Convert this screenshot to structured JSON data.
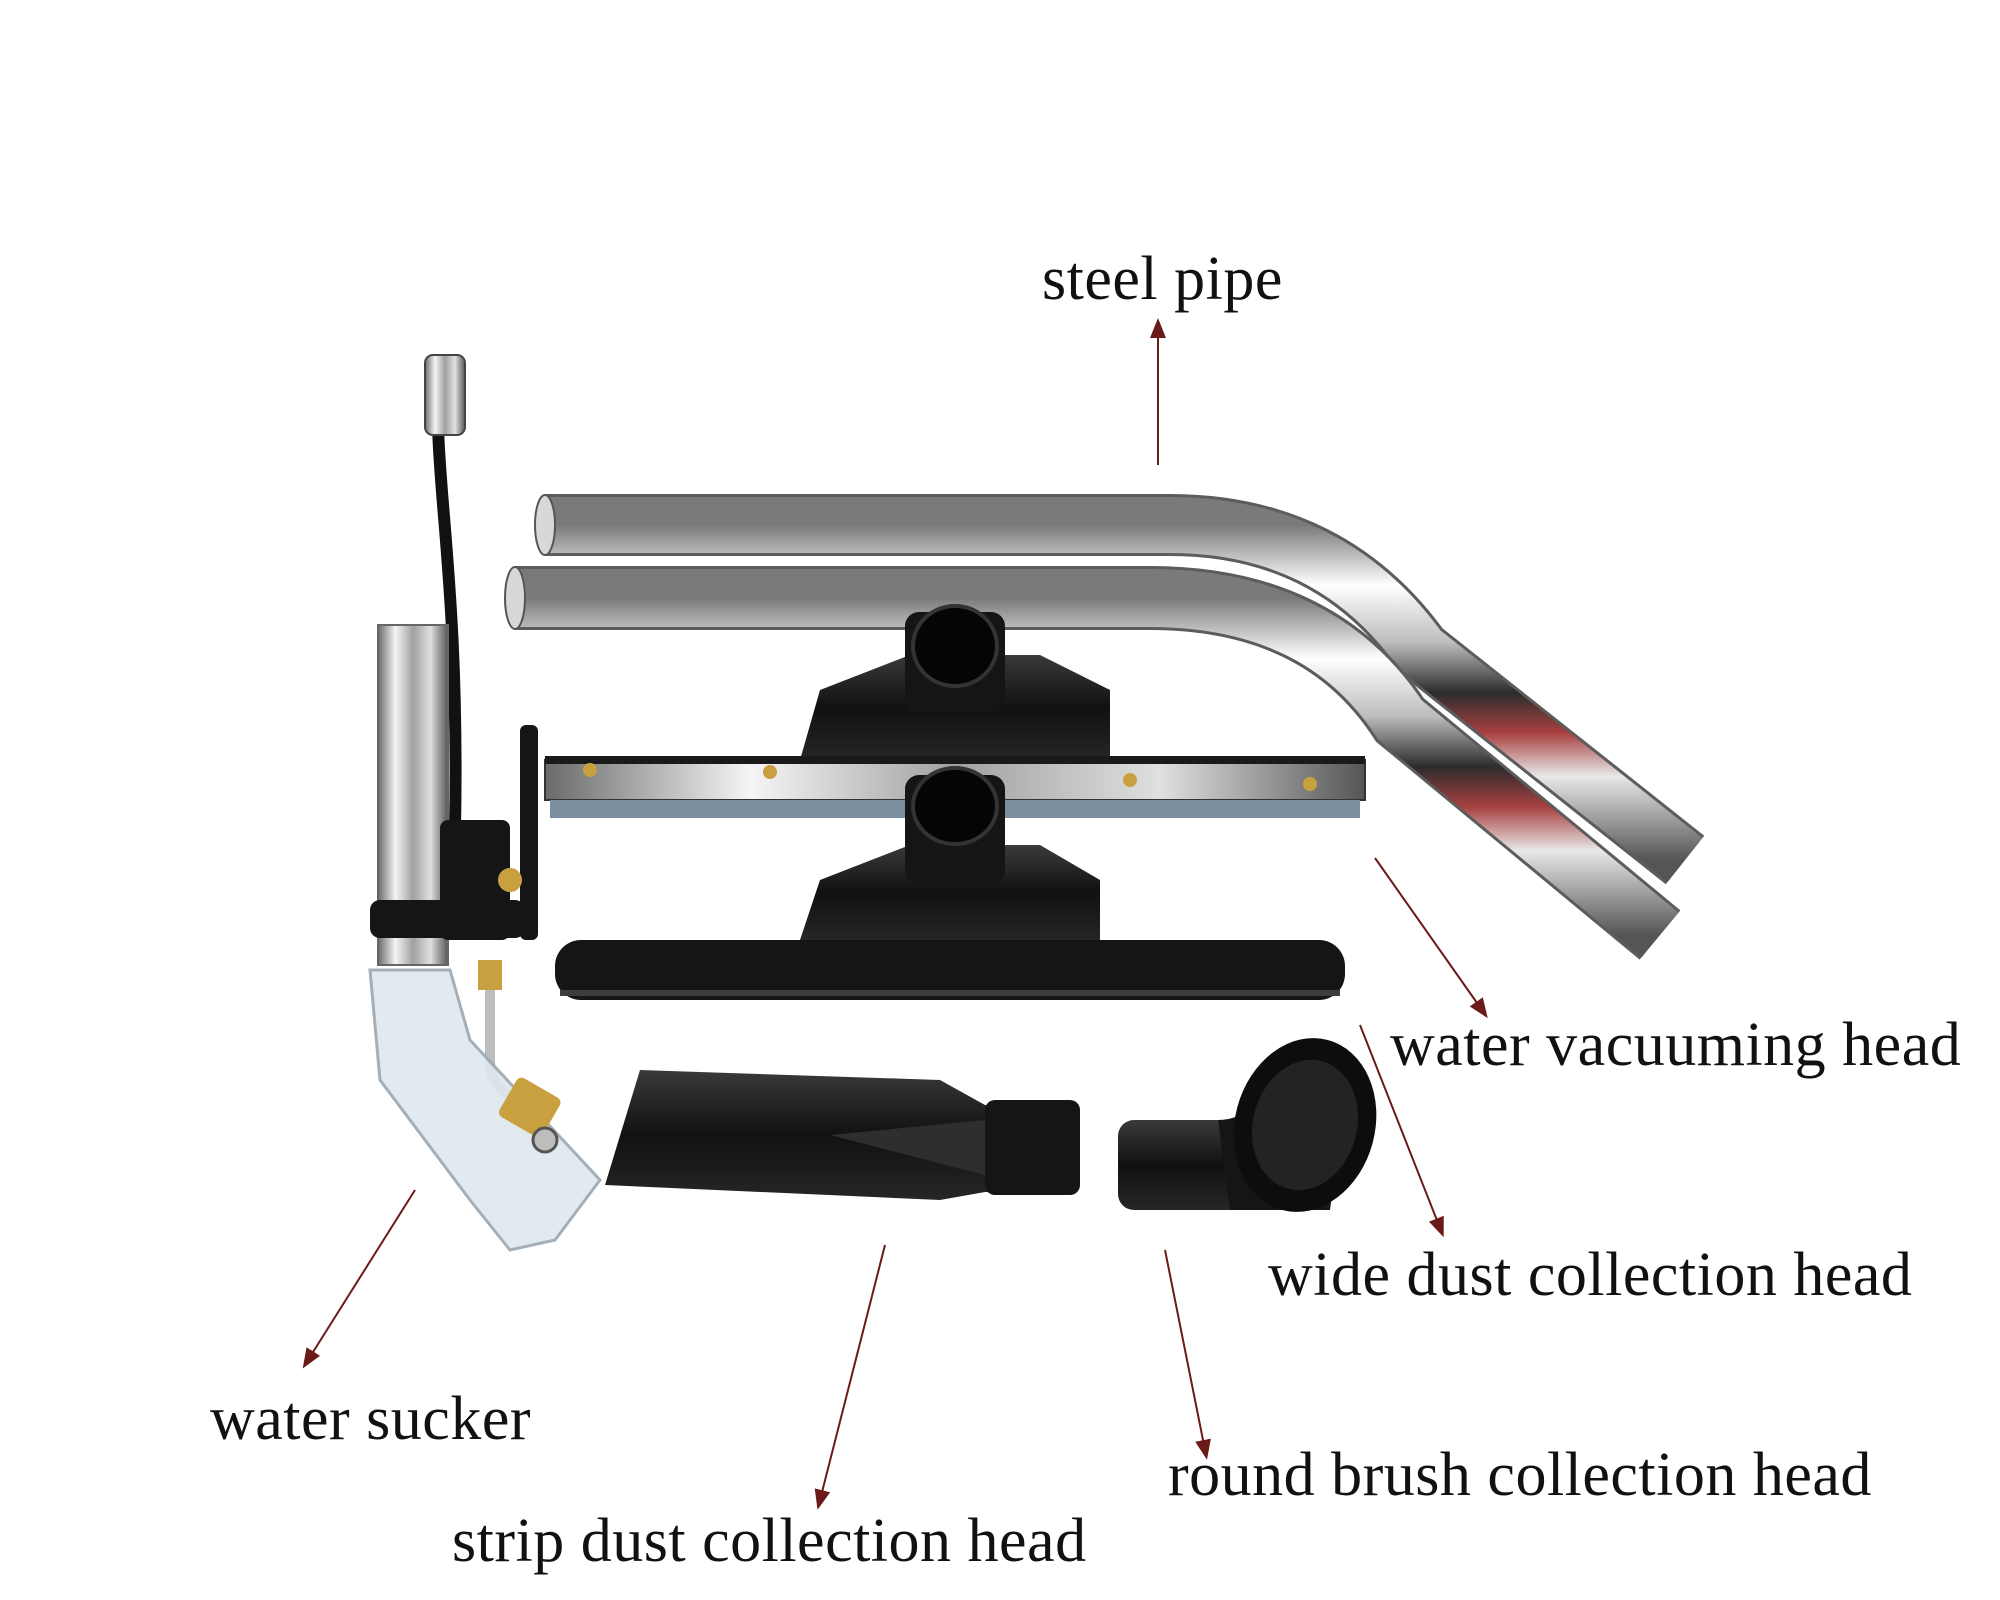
{
  "labels": {
    "steel_pipe": "steel pipe",
    "water_vacuuming_head": "water vacuuming head",
    "wide_dust_collection_head": "wide dust collection head",
    "water_sucker": "water sucker",
    "round_brush_collection_head": "round brush collection head",
    "strip_dust_collection_head": "strip dust collection head"
  },
  "colors": {
    "background": "#ffffff",
    "text": "#111111",
    "arrow": "#6b1a1a",
    "chrome_light": "#f2f2f2",
    "chrome_dark": "#3a3a3a",
    "plastic_black": "#141414",
    "clear_plastic": "#dfe8ee",
    "brass": "#c8a040"
  }
}
